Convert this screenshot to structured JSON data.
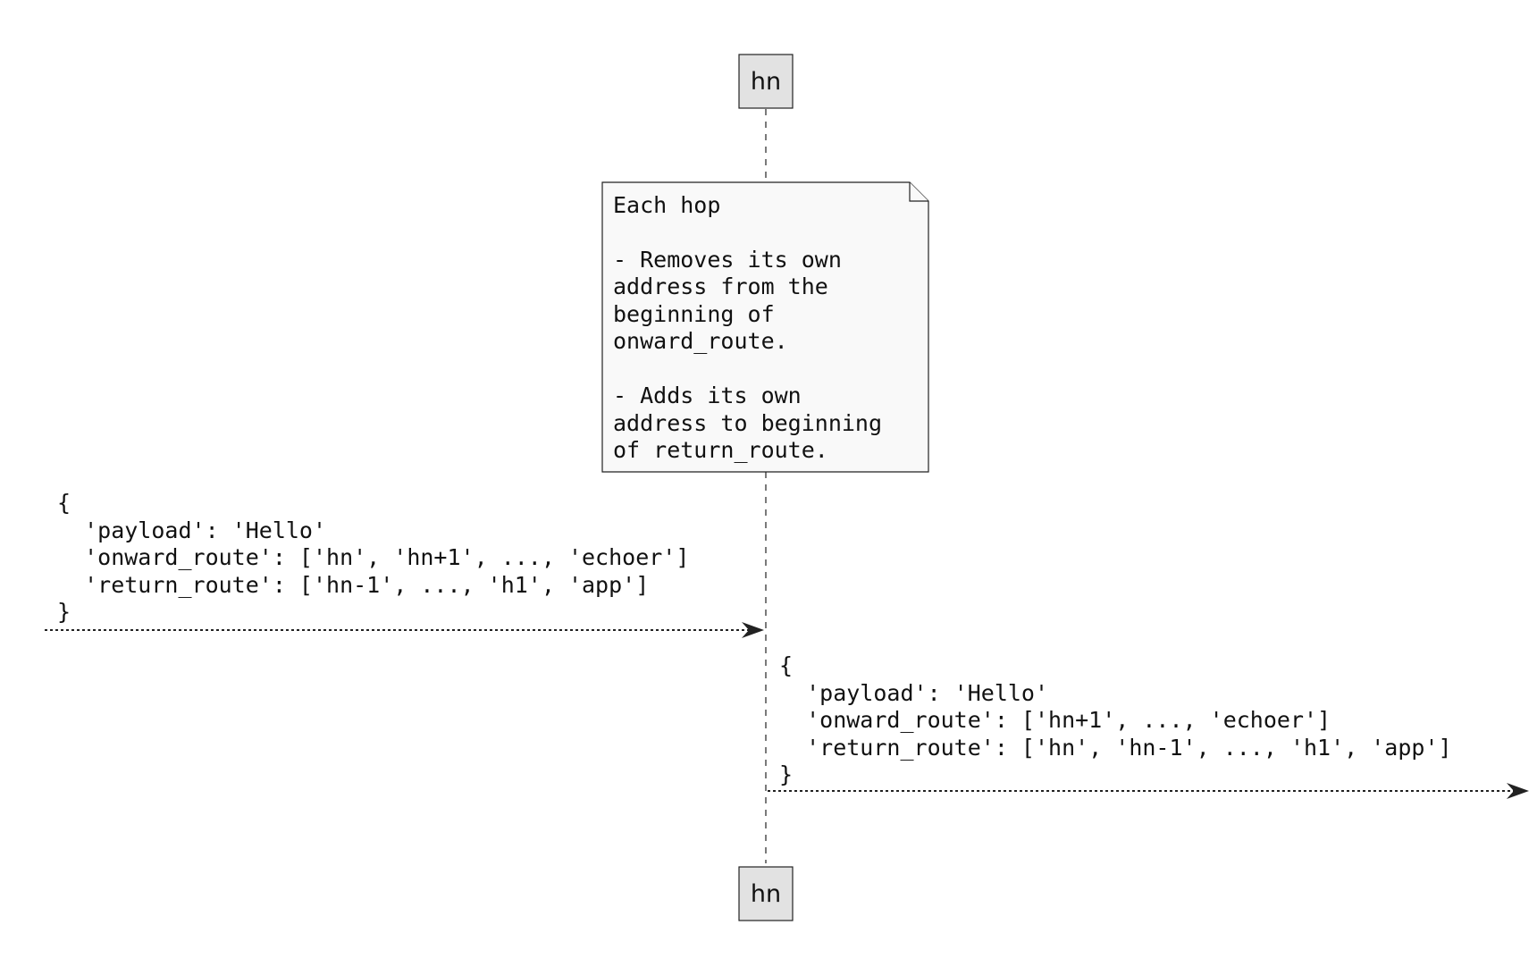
{
  "participant": {
    "top_label": "hn",
    "bottom_label": "hn"
  },
  "note": {
    "lines": [
      "Each hop",
      "",
      "- Removes its own",
      "address from the",
      "beginning of",
      "onward_route.",
      "",
      "- Adds its own",
      "address to beginning",
      "of return_route."
    ]
  },
  "incoming_message": {
    "lines": [
      "{",
      "  'payload': 'Hello'",
      "  'onward_route': ['hn', 'hn+1', ..., 'echoer']",
      "  'return_route': ['hn-1', ..., 'h1', 'app']",
      "}"
    ]
  },
  "outgoing_message": {
    "lines": [
      "{",
      "  'payload': 'Hello'",
      "  'onward_route': ['hn+1', ..., 'echoer']",
      "  'return_route': ['hn', 'hn-1', ..., 'h1', 'app']",
      "}"
    ]
  }
}
